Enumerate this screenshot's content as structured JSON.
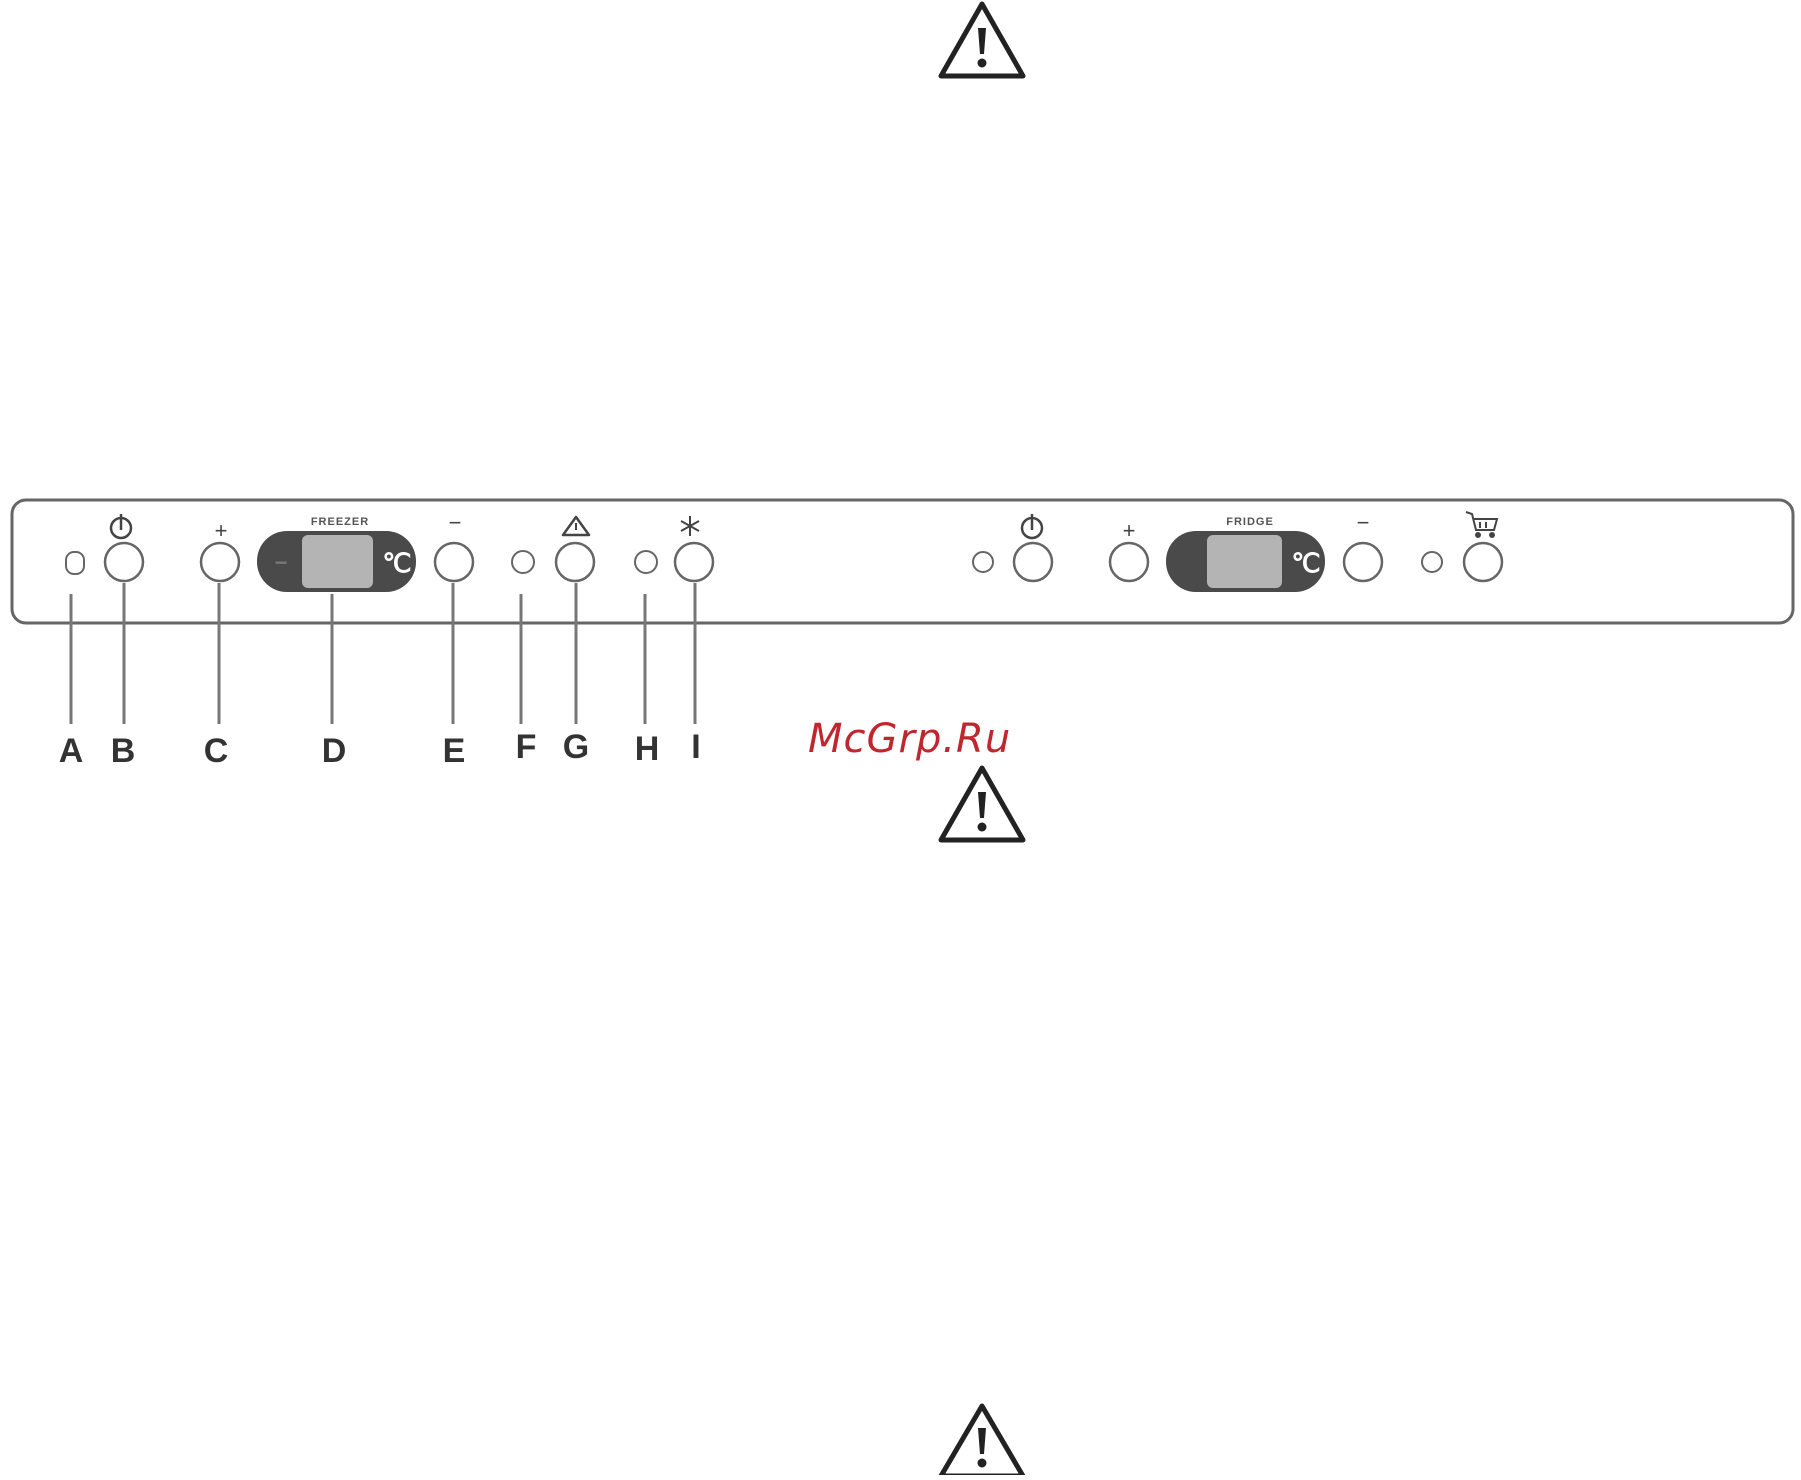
{
  "panel": {
    "freezer_label": "FREEZER",
    "fridge_label": "FRIDGE",
    "plus_symbol": "+",
    "minus_symbol": "−",
    "display_minus": "−",
    "display_unit": "℃"
  },
  "callouts": [
    "A",
    "B",
    "C",
    "D",
    "E",
    "F",
    "G",
    "H",
    "I"
  ],
  "watermark": "McGrp.Ru",
  "icons": [
    "warning-triangle-icon",
    "power-icon",
    "alarm-triangle-icon",
    "super-freeze-snowflake-icon",
    "shopping-cart-icon"
  ],
  "colors": {
    "line": "#666666",
    "display_body": "#4a4a4a",
    "display_screen": "#b4b4b4",
    "watermark": "#c0262d"
  }
}
